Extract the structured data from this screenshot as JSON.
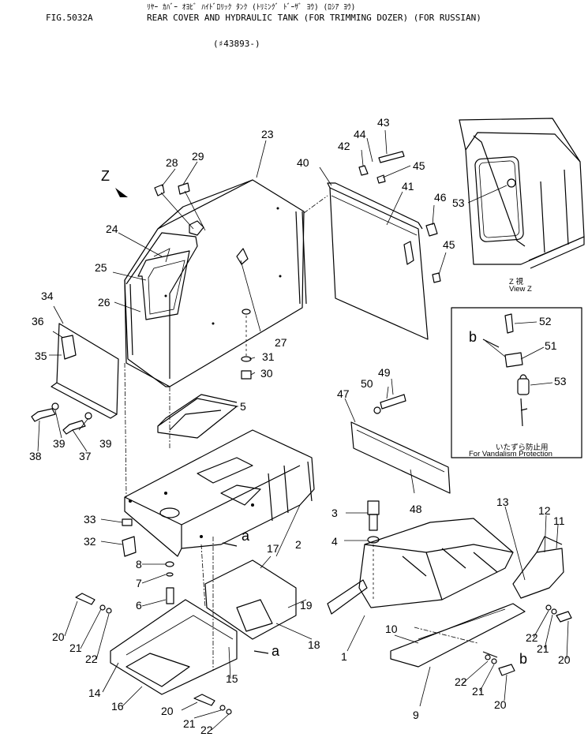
{
  "header": {
    "fig_number": "FIG.5032A",
    "japanese_title": "ﾘﾔｰ ｶﾊﾞｰ ｵﾖﾋﾞ ﾊｲﾄﾞﾛﾘｯｸ ﾀﾝｸ (ﾄﾘﾐﾝｸﾞ ﾄﾞｰｻﾞ ﾖｳ) (ﾛｼｱ ﾖｳ)",
    "title": "REAR COVER AND HYDRAULIC TANK (FOR TRIMMING DOZER) (FOR RUSSIAN)",
    "serial": "(♯43893-)"
  },
  "view_marker": "Z",
  "view_z": {
    "jp": "Z  視",
    "en": "View Z"
  },
  "vandalism": {
    "jp": "いたずら防止用",
    "en": "For Vandalism Protection"
  },
  "section_letters": {
    "b_left": "b",
    "a_upper": "a",
    "a_lower": "a",
    "b_right": "b"
  },
  "callouts": [
    "1",
    "2",
    "3",
    "4",
    "5",
    "6",
    "7",
    "8",
    "9",
    "10",
    "11",
    "12",
    "13",
    "14",
    "15",
    "16",
    "17",
    "18",
    "19",
    "20",
    "21",
    "22",
    "23",
    "24",
    "25",
    "26",
    "27",
    "28",
    "29",
    "30",
    "31",
    "32",
    "33",
    "34",
    "35",
    "36",
    "37",
    "38",
    "39",
    "40",
    "41",
    "42",
    "43",
    "44",
    "45",
    "46",
    "47",
    "48",
    "49",
    "50",
    "51",
    "52",
    "53"
  ],
  "labels": {
    "l1": "1",
    "l2": "2",
    "l3": "3",
    "l4": "4",
    "l5": "5",
    "l6": "6",
    "l7": "7",
    "l8": "8",
    "l9": "9",
    "l10": "10",
    "l11": "11",
    "l12": "12",
    "l13": "13",
    "l14": "14",
    "l15": "15",
    "l16": "16",
    "l17": "17",
    "l18": "18",
    "l19": "19",
    "l20a": "20",
    "l20b": "20",
    "l20c": "20",
    "l20d": "20",
    "l21a": "21",
    "l21b": "21",
    "l21c": "21",
    "l21d": "21",
    "l22a": "22",
    "l22b": "22",
    "l22c": "22",
    "l22d": "22",
    "l23": "23",
    "l24": "24",
    "l25": "25",
    "l26": "26",
    "l27": "27",
    "l28": "28",
    "l29": "29",
    "l30": "30",
    "l31": "31",
    "l32": "32",
    "l33": "33",
    "l34": "34",
    "l35": "35",
    "l36": "36",
    "l37": "37",
    "l38": "38",
    "l39a": "39",
    "l39b": "39",
    "l40": "40",
    "l41": "41",
    "l42": "42",
    "l43": "43",
    "l44": "44",
    "l45a": "45",
    "l45b": "45",
    "l46": "46",
    "l47": "47",
    "l48": "48",
    "l49": "49",
    "l50": "50",
    "l51": "51",
    "l52": "52",
    "l53a": "53",
    "l53b": "53"
  }
}
